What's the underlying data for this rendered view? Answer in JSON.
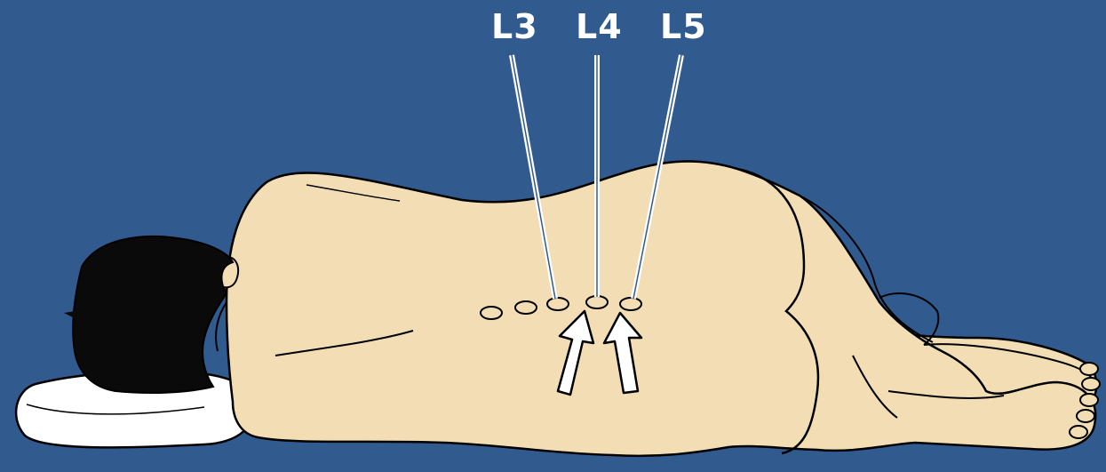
{
  "diagram": {
    "labels": [
      {
        "id": "l3",
        "text": "L3"
      },
      {
        "id": "l4",
        "text": "L4"
      },
      {
        "id": "l5",
        "text": "L5"
      }
    ],
    "colors": {
      "background": "#315a8f",
      "skin": "#f2ddb5",
      "hair": "#0a0a0a",
      "pillow": "#ffffff",
      "outline": "#000000",
      "needle": "#ffffff"
    },
    "icons": [
      "pillow",
      "patient-lateral-decubitus",
      "spinous-process-marks",
      "needle-lines",
      "up-arrows"
    ]
  }
}
